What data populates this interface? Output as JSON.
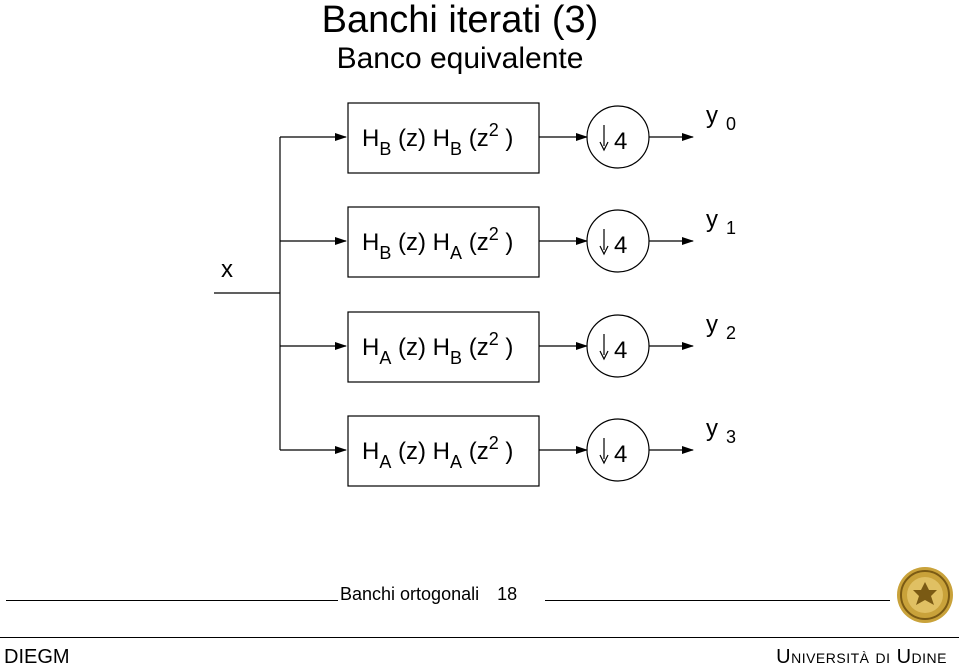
{
  "header": {
    "title": "Banchi iterati (3)",
    "subtitle": "Banco equivalente"
  },
  "diagram": {
    "input_label": "x",
    "branches": [
      {
        "filter": {
          "h1": "H",
          "h1_sub": "B",
          "mid": "(z) H",
          "h2_sub": "B",
          "arg": "(z",
          "exp": "2",
          "close": ")"
        },
        "decimator": "4",
        "output": "y",
        "output_sub": "0"
      },
      {
        "filter": {
          "h1": "H",
          "h1_sub": "B",
          "mid": "(z) H",
          "h2_sub": "A",
          "arg": "(z",
          "exp": "2",
          "close": ")"
        },
        "decimator": "4",
        "output": "y",
        "output_sub": "1"
      },
      {
        "filter": {
          "h1": "H",
          "h1_sub": "A",
          "mid": "(z) H",
          "h2_sub": "B",
          "arg": "(z",
          "exp": "2",
          "close": ")"
        },
        "decimator": "4",
        "output": "y",
        "output_sub": "2"
      },
      {
        "filter": {
          "h1": "H",
          "h1_sub": "A",
          "mid": "(z) H",
          "h2_sub": "A",
          "arg": "(z",
          "exp": "2",
          "close": ")"
        },
        "decimator": "4",
        "output": "y",
        "output_sub": "3"
      }
    ]
  },
  "footer": {
    "center_title": "Banchi ortogonali",
    "page_number": "18",
    "left_label": "DIEGM",
    "right_label": "Università di Udine"
  },
  "icons": {
    "seal": "university-seal-icon",
    "down_arrow": "down-arrow-icon"
  }
}
